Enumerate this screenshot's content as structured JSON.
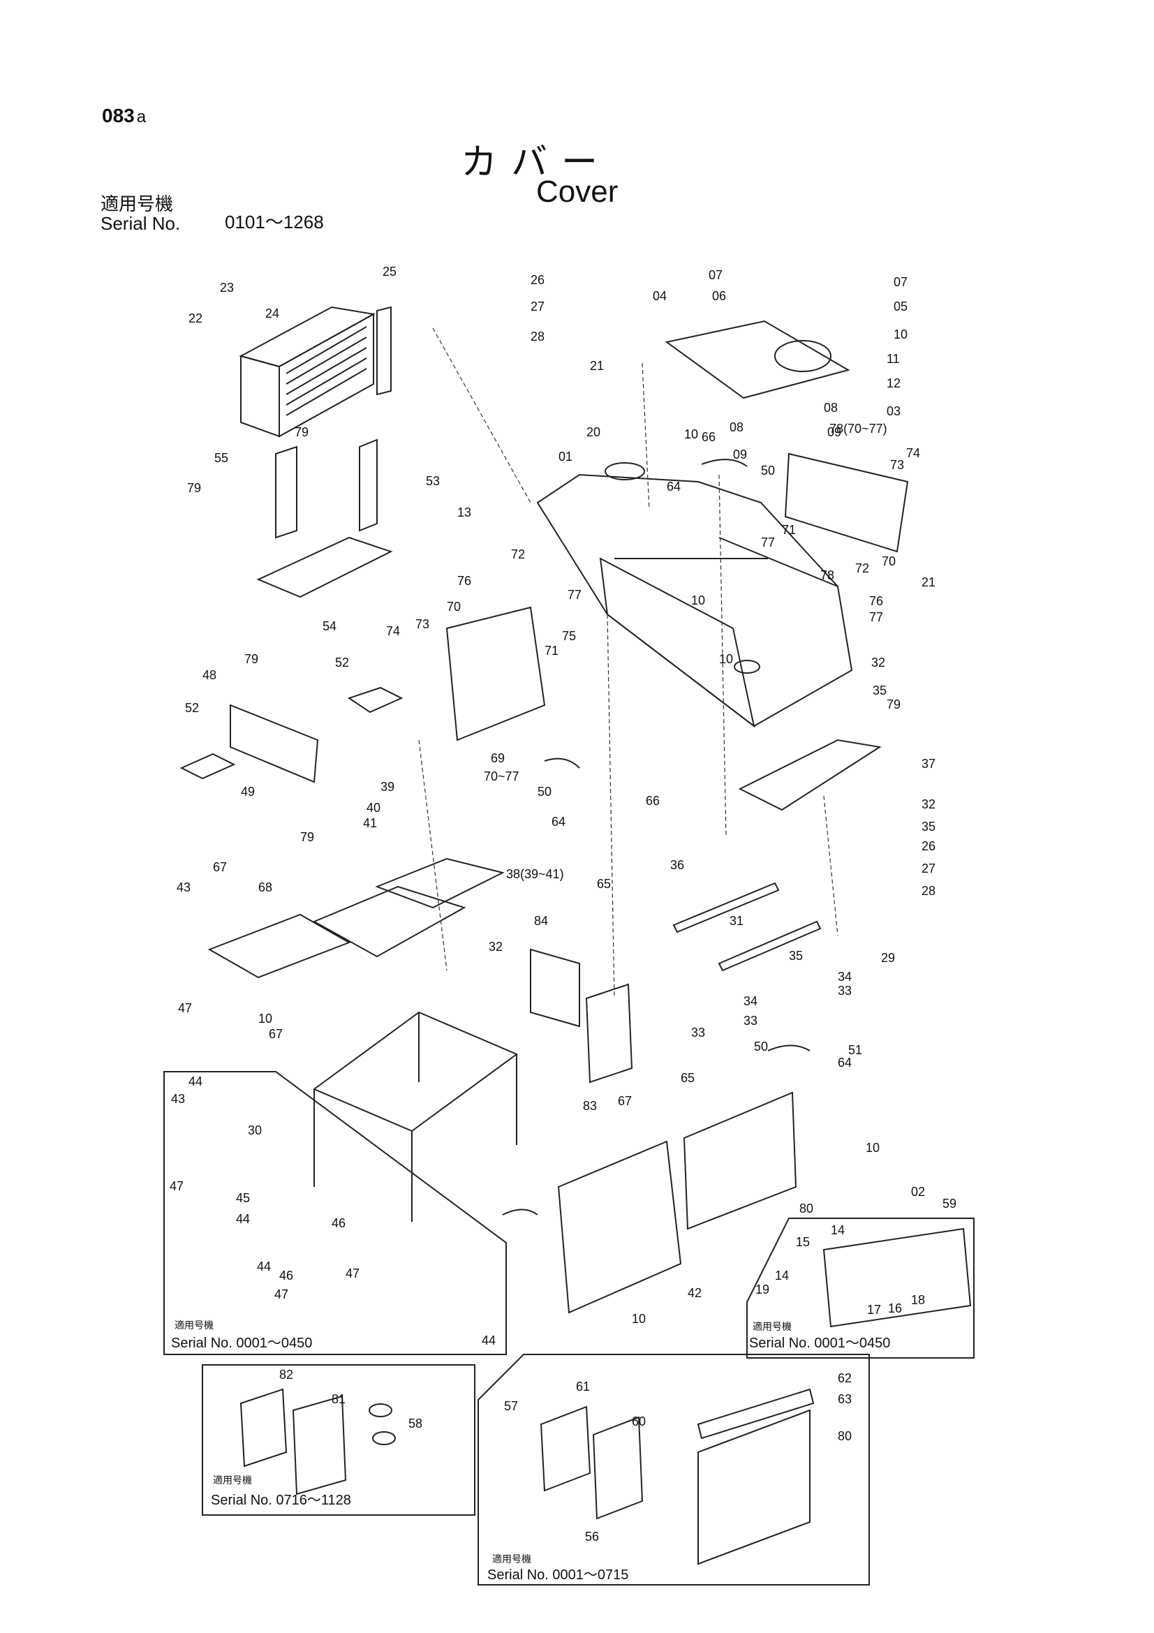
{
  "header": {
    "page_number": "083",
    "page_suffix": "a",
    "title_jp": "カバー",
    "title_en": "Cover",
    "applicable_label_jp": "適用号機",
    "serial_label": "Serial No.",
    "serial_range": "0101～1268"
  },
  "main_labels": [
    "01",
    "03",
    "04",
    "05",
    "06",
    "07",
    "07",
    "08",
    "08",
    "09",
    "09",
    "10",
    "10",
    "10",
    "10",
    "10",
    "10",
    "10",
    "11",
    "12",
    "13",
    "20",
    "21",
    "21",
    "22",
    "23",
    "24",
    "25",
    "26",
    "26",
    "27",
    "27",
    "28",
    "28",
    "29",
    "30",
    "31",
    "32",
    "32",
    "32",
    "33",
    "33",
    "33",
    "34",
    "34",
    "35",
    "35",
    "35",
    "36",
    "37",
    "38(39~41)",
    "39",
    "40",
    "41",
    "42",
    "43",
    "47",
    "48",
    "49",
    "50",
    "50",
    "50",
    "51",
    "52",
    "52",
    "53",
    "54",
    "55",
    "64",
    "64",
    "64",
    "65",
    "65",
    "66",
    "66",
    "67",
    "67",
    "67",
    "68",
    "69",
    "70~77",
    "70",
    "70",
    "71",
    "71",
    "72",
    "72",
    "73",
    "73",
    "74",
    "74",
    "75",
    "76",
    "76",
    "77",
    "77",
    "77",
    "78(70~77)",
    "78",
    "79",
    "79",
    "79",
    "79",
    "79",
    "80",
    "83",
    "84"
  ],
  "inset_left": {
    "labels": [
      "43",
      "44",
      "44",
      "44",
      "44",
      "45",
      "46",
      "46",
      "47",
      "47",
      "47"
    ],
    "applicable_label_jp": "適用号機",
    "serial_caption": "Serial No. 0001～0450"
  },
  "inset_right": {
    "labels": [
      "02",
      "59",
      "14",
      "14",
      "15",
      "16",
      "17",
      "18",
      "19"
    ],
    "applicable_label_jp": "適用号機",
    "serial_caption": "Serial No. 0001～0450"
  },
  "inset_bottom_left": {
    "labels": [
      "82",
      "81",
      "58"
    ],
    "applicable_label_jp": "適用号機",
    "serial_caption": "Serial No. 0716～1128"
  },
  "inset_bottom_right": {
    "labels": [
      "57",
      "61",
      "60",
      "56",
      "62",
      "63",
      "80"
    ],
    "applicable_label_jp": "適用号機",
    "serial_caption": "Serial No. 0001～0715"
  }
}
